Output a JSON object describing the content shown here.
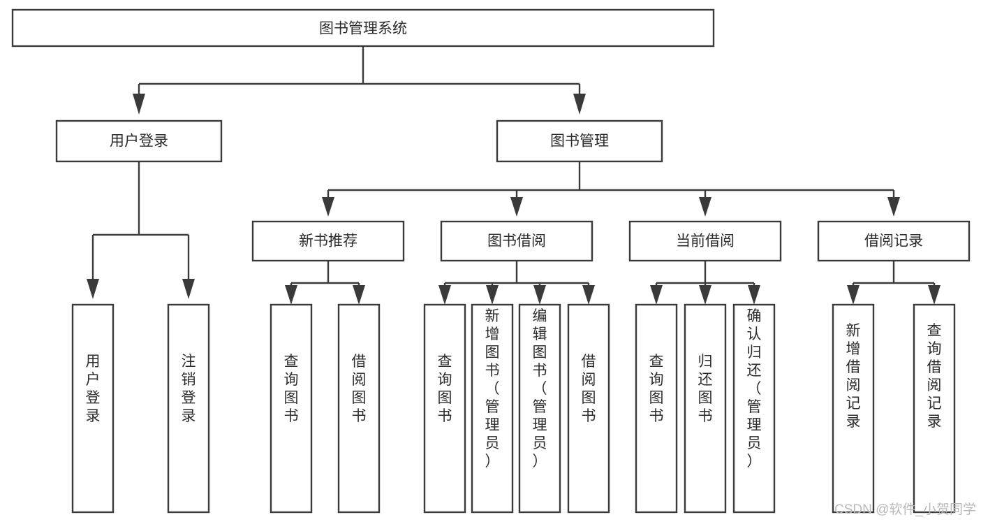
{
  "diagram": {
    "title": "图书管理系统",
    "type": "tree-hierarchy",
    "root": {
      "id": "root",
      "label": "图书管理系统"
    },
    "level2": [
      {
        "id": "user-login",
        "label": "用户登录"
      },
      {
        "id": "book-management",
        "label": "图书管理"
      }
    ],
    "level3": [
      {
        "id": "new-book-recommend",
        "label": "新书推荐",
        "parent": "book-management"
      },
      {
        "id": "book-borrow",
        "label": "图书借阅",
        "parent": "book-management"
      },
      {
        "id": "current-borrow",
        "label": "当前借阅",
        "parent": "book-management"
      },
      {
        "id": "borrow-record",
        "label": "借阅记录",
        "parent": "book-management"
      }
    ],
    "leaves": [
      {
        "id": "leaf-user-login",
        "label": "用户登录",
        "parent": "user-login"
      },
      {
        "id": "leaf-logout-login",
        "label": "注销登录",
        "parent": "user-login"
      },
      {
        "id": "leaf-query-book-1",
        "label": "查询图书",
        "parent": "new-book-recommend"
      },
      {
        "id": "leaf-borrow-book-1",
        "label": "借阅图书",
        "parent": "new-book-recommend"
      },
      {
        "id": "leaf-query-book-2",
        "label": "查询图书",
        "parent": "book-borrow"
      },
      {
        "id": "leaf-add-book",
        "label": "新增图书（管理员）",
        "parent": "book-borrow"
      },
      {
        "id": "leaf-edit-book",
        "label": "编辑图书（管理员）",
        "parent": "book-borrow"
      },
      {
        "id": "leaf-borrow-book-2",
        "label": "借阅图书",
        "parent": "book-borrow"
      },
      {
        "id": "leaf-query-book-3",
        "label": "查询图书",
        "parent": "current-borrow"
      },
      {
        "id": "leaf-return-book",
        "label": "归还图书",
        "parent": "current-borrow"
      },
      {
        "id": "leaf-confirm-return",
        "label": "确认归还（管理员）",
        "parent": "current-borrow"
      },
      {
        "id": "leaf-add-borrow-record",
        "label": "新增借阅记录",
        "parent": "borrow-record"
      },
      {
        "id": "leaf-query-borrow-record",
        "label": "查询借阅记录",
        "parent": "borrow-record"
      }
    ]
  },
  "watermark": {
    "text": "CSDN @软件_小贺同学"
  },
  "colors": {
    "background": "#ffffff",
    "box_fill": "#ffffff",
    "box_stroke": "#3a3a3a",
    "text": "#2b2b2b",
    "watermark": "#b9b9b9"
  }
}
